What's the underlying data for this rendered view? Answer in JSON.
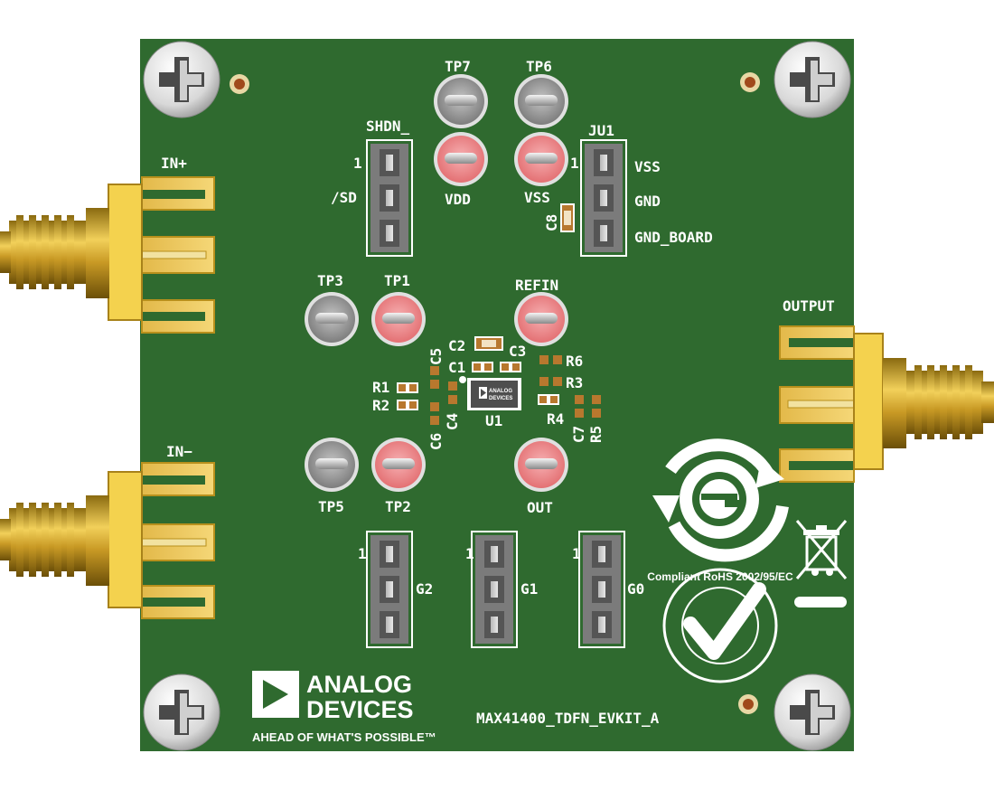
{
  "board": {
    "name": "MAX41400_TDFN_EVKIT_A",
    "brand_line1": "ANALOG",
    "brand_line2": "DEVICES",
    "brand_tagline": "AHEAD OF WHAT'S POSSIBLE™",
    "chip_logo1": "ANALOG",
    "chip_logo2": "DEVICES",
    "rohs_text": "Compliant RoHS 2002/95/EC"
  },
  "labels": {
    "in_plus": "IN+",
    "in_minus": "IN−",
    "output": "OUTPUT",
    "shdn": "SHDN_",
    "shdn_pin1": "1",
    "shdn_sd": "/SD",
    "tp7": "TP7",
    "tp6": "TP6",
    "vdd": "VDD",
    "vss_tp": "VSS",
    "ju1": "JU1",
    "ju1_pin1": "1",
    "ju1_vss": "VSS",
    "ju1_gnd": "GND",
    "ju1_gnd_board": "GND_BOARD",
    "c8": "C8",
    "tp3": "TP3",
    "tp1": "TP1",
    "refin": "REFIN",
    "c2": "C2",
    "c3": "C3",
    "c5": "C5",
    "c1": "C1",
    "r6": "R6",
    "r3": "R3",
    "r1": "R1",
    "r2": "R2",
    "c4": "C4",
    "c6": "C6",
    "u1": "U1",
    "r4": "R4",
    "c7": "C7",
    "r5": "R5",
    "tp5": "TP5",
    "tp2": "TP2",
    "out": "OUT",
    "g2": "G2",
    "g2_pin1": "1",
    "g1": "G1",
    "g1_pin1": "1",
    "g0": "G0",
    "g0_pin1": "1"
  },
  "icons": [
    "screw-icon",
    "sma-connector-icon",
    "test-point-icon",
    "header-jumper-icon",
    "eco-logo-icon",
    "weee-bin-icon",
    "rohs-seal-icon",
    "analog-devices-logo-icon"
  ],
  "colors": {
    "pcb": "#2f6a2f",
    "tp_red": "#f08a8c",
    "tp_gray": "#9a9a9a",
    "gold": "#d9b237",
    "header": "#7b7b7b"
  }
}
